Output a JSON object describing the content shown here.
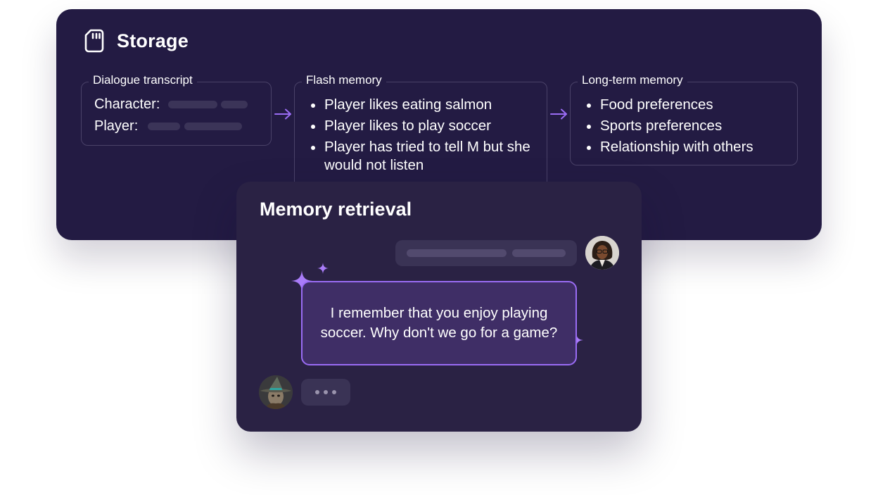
{
  "storage": {
    "title": "Storage",
    "icon": "sd-card-icon",
    "dialogue": {
      "label": "Dialogue transcript",
      "rows": [
        {
          "speaker": "Character:"
        },
        {
          "speaker": "Player:"
        }
      ]
    },
    "flash": {
      "label": "Flash memory",
      "items": [
        "Player likes eating salmon",
        "Player likes to play soccer",
        "Player has tried to tell M but she would not listen"
      ]
    },
    "longterm": {
      "label": "Long-term memory",
      "items": [
        "Food preferences",
        "Sports preferences",
        "Relationship with others"
      ]
    }
  },
  "retrieval": {
    "title": "Memory retrieval",
    "response": "I remember that you enjoy playing soccer. Why don't we go for a game?",
    "player_avatar": "player-avatar",
    "character_avatar": "character-avatar"
  },
  "colors": {
    "storage_bg": "#231b43",
    "retrieval_bg": "#2a2244",
    "accent": "#9a6cf4",
    "bubble_bg": "#3a3355"
  }
}
